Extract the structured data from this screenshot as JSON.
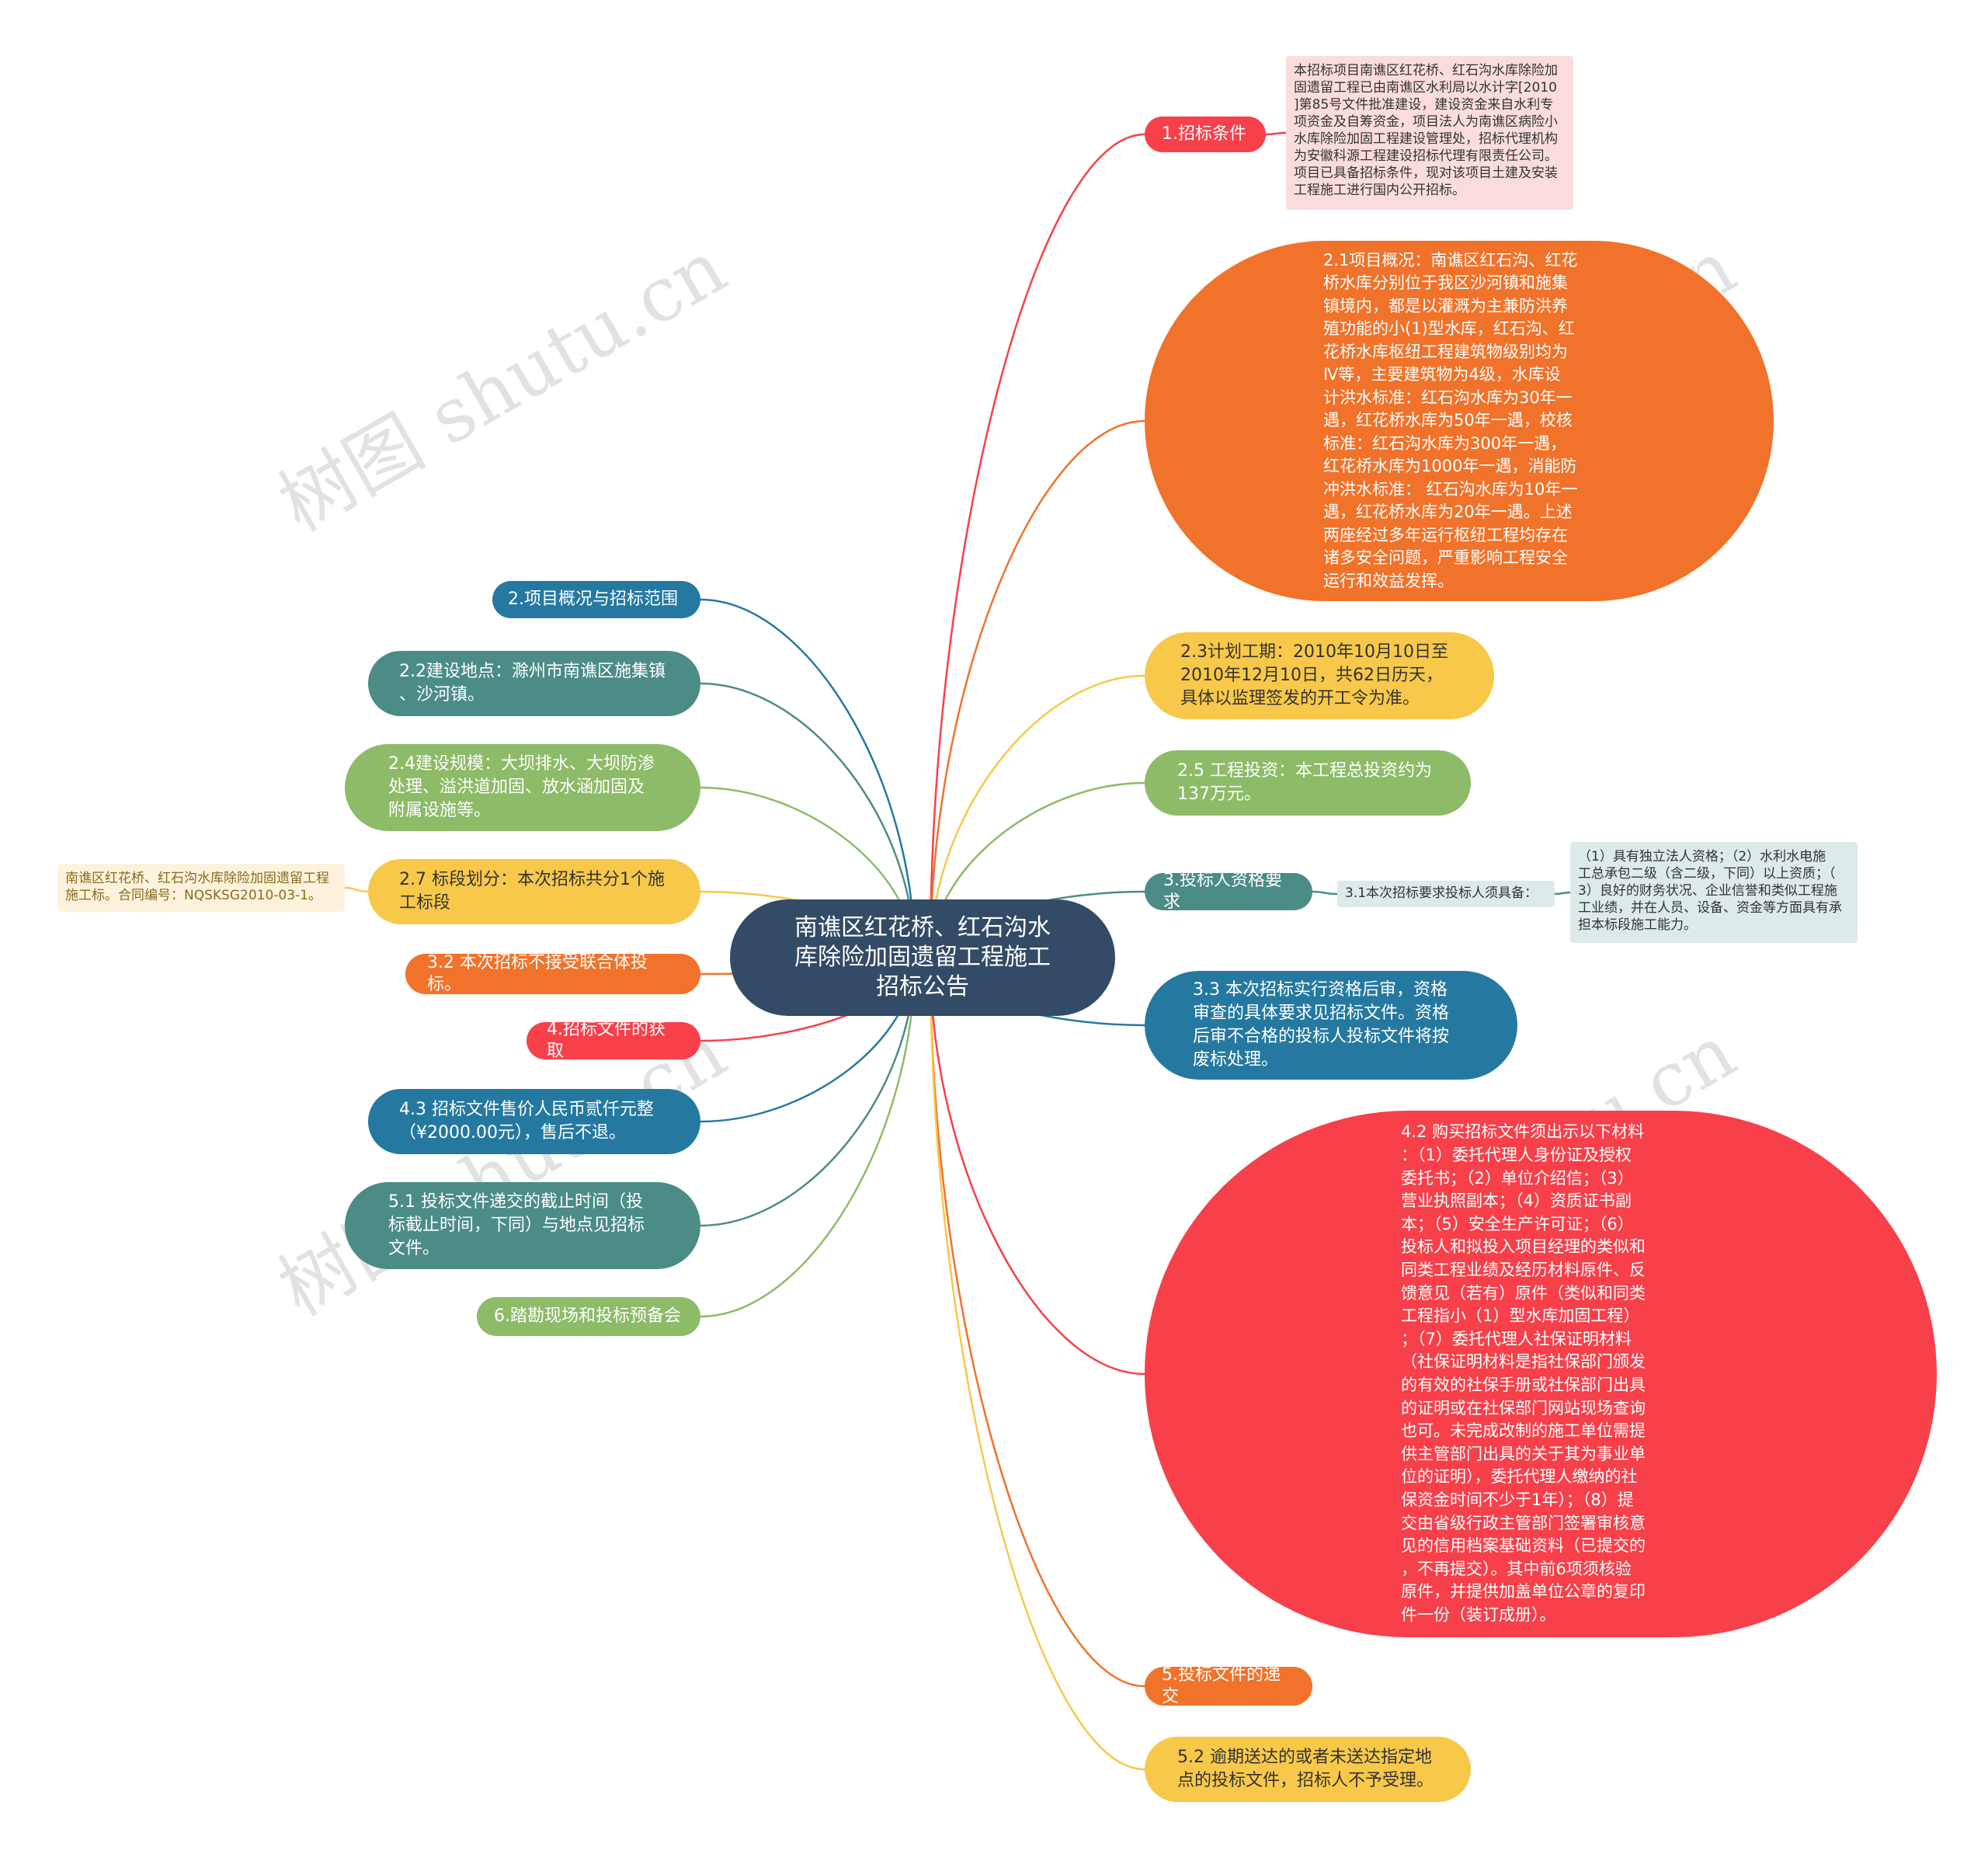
{
  "root": {
    "label": "南谯区红花桥、红石沟水\n库除险加固遗留工程施工\n招标公告",
    "color": "#334b66"
  },
  "watermark": "树图 shutu.cn",
  "colors": {
    "red": "#f7404a",
    "orange": "#f1722a",
    "yellow": "#f7c84a",
    "green": "#8dbb68",
    "teal": "#4b8c87",
    "blue": "#2579a0",
    "note_pink": "#fadcdc",
    "note_yellow": "#fdf3dc",
    "note_teal": "#ddeaea"
  },
  "left": [
    {
      "label": "2.项目概况与招标范围",
      "color": "#2579a0"
    },
    {
      "label": "2.2建设地点：滁州市南谯区施集镇\n、沙河镇。",
      "color": "#4b8c87"
    },
    {
      "label": "2.4建设规模：大坝排水、大坝防渗\n处理、溢洪道加固、放水涵加固及\n附属设施等。",
      "color": "#8dbb68"
    },
    {
      "label": "2.7 标段划分：本次招标共分1个施\n工标段",
      "color": "#f7c84a",
      "text_color": "#333333"
    },
    {
      "label": "3.2 本次招标不接受联合体投标。",
      "color": "#f1722a"
    },
    {
      "label": "4.招标文件的获取",
      "color": "#f7404a"
    },
    {
      "label": "4.3 招标文件售价人民币贰仟元整\n（¥2000.00元），售后不退。",
      "color": "#2579a0"
    },
    {
      "label": "5.1 投标文件递交的截止时间（投\n标截止时间，下同）与地点见招标\n文件。",
      "color": "#4b8c87"
    },
    {
      "label": "6.踏勘现场和投标预备会",
      "color": "#8dbb68"
    }
  ],
  "left_note": {
    "label": "南谯区红花桥、红石沟水库除险加固遗留工程\n施工标。合同编号：NQSKSG2010-03-1。"
  },
  "right": [
    {
      "label": "1.招标条件",
      "color": "#f7404a"
    },
    {
      "label": "2.1项目概况：南谯区红石沟、红花\n桥水库分别位于我区沙河镇和施集\n镇境内，都是以灌溉为主兼防洪养\n殖功能的小(1)型水库，红石沟、红\n花桥水库枢纽工程建筑物级别均为\nⅣ等，主要建筑物为4级，水库设\n计洪水标准：红石沟水库为30年一\n遇，红花桥水库为50年一遇，校核\n标准：红石沟水库为300年一遇，\n红花桥水库为1000年一遇，消能防\n冲洪水标准： 红石沟水库为10年一\n遇，红花桥水库为20年一遇。上述\n两座经过多年运行枢纽工程均存在\n诸多安全问题，严重影响工程安全\n运行和效益发挥。",
      "color": "#f1722a"
    },
    {
      "label": "2.3计划工期：2010年10月10日至\n2010年12月10日，共62日历天，\n具体以监理签发的开工令为准。",
      "color": "#f7c84a",
      "text_color": "#333333"
    },
    {
      "label": "2.5 工程投资：本工程总投资约为\n137万元。",
      "color": "#8dbb68"
    },
    {
      "label": "3.投标人资格要求",
      "color": "#4b8c87"
    },
    {
      "label": "3.3 本次招标实行资格后审，资格\n审查的具体要求见招标文件。资格\n后审不合格的投标人投标文件将按\n废标处理。",
      "color": "#2579a0"
    },
    {
      "label": "4.2 购买招标文件须出示以下材料\n：（1）委托代理人身份证及授权\n委托书；（2）单位介绍信；（3）\n营业执照副本；（4）资质证书副\n本；（5）安全生产许可证；（6）\n投标人和拟投入项目经理的类似和\n同类工程业绩及经历材料原件、反\n馈意见（若有）原件（类似和同类\n工程指小（1）型水库加固工程）\n；（7）委托代理人社保证明材料\n（社保证明材料是指社保部门颁发\n的有效的社保手册或社保部门出具\n的证明或在社保部门网站现场查询\n也可。未完成改制的施工单位需提\n供主管部门出具的关于其为事业单\n位的证明），委托代理人缴纳的社\n保资金时间不少于1年）；（8）提\n交由省级行政主管部门签署审核意\n见的信用档案基础资料（已提交的\n，不再提交）。其中前6项须核验\n原件，并提供加盖单位公章的复印\n件一份（装订成册）。",
      "color": "#f7404a"
    },
    {
      "label": "5.投标文件的递交",
      "color": "#f1722a"
    },
    {
      "label": "5.2 逾期送达的或者未送达指定地\n点的投标文件，招标人不予受理。",
      "color": "#f7c84a",
      "text_color": "#333333"
    }
  ],
  "right_notes": {
    "n1": {
      "label": "本招标项目南谯区红花桥、红石沟水库除险加\n固遗留工程已由南谯区水利局以水计字[2010\n]第85号文件批准建设，建设资金来自水利专\n项资金及自筹资金，项目法人为南谯区病险小\n水库除险加固工程建设管理处，招标代理机构\n为安徽科源工程建设招标代理有限责任公司。\n项目已具备招标条件，现对该项目土建及安装\n工程施工进行国内公开招标。"
    },
    "n31": {
      "label": "3.1本次招标要求投标人须具备："
    },
    "n31b": {
      "label": "（1）具有独立法人资格；（2）水利水电施\n工总承包二级（含二级，下同）以上资质；（\n3）良好的财务状况、企业信誉和类似工程施\n工业绩，并在人员、设备、资金等方面具有承\n担本标段施工能力。"
    }
  }
}
